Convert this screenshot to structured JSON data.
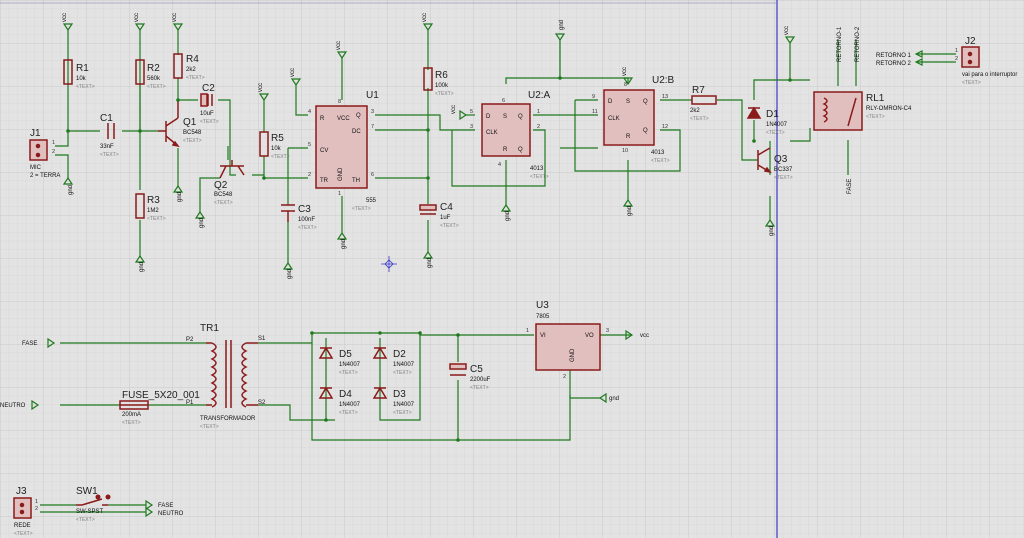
{
  "supply": {
    "vcc": "vcc",
    "gnd": "gnd"
  },
  "placeholder": "<TEXT>",
  "components": {
    "R1": {
      "ref": "R1",
      "value": "10k"
    },
    "R2": {
      "ref": "R2",
      "value": "560k"
    },
    "R3": {
      "ref": "R3",
      "value": "1M2"
    },
    "R4": {
      "ref": "R4",
      "value": "2k2"
    },
    "R5": {
      "ref": "R5",
      "value": "10k"
    },
    "R6": {
      "ref": "R6",
      "value": "100k"
    },
    "R7": {
      "ref": "R7",
      "value": "2k2"
    },
    "C1": {
      "ref": "C1",
      "value": "33nF"
    },
    "C2": {
      "ref": "C2",
      "value": "10uF"
    },
    "C3": {
      "ref": "C3",
      "value": "100nF"
    },
    "C4": {
      "ref": "C4",
      "value": "1uF"
    },
    "C5": {
      "ref": "C5",
      "value": "2200uF"
    },
    "Q1": {
      "ref": "Q1",
      "value": "BC548"
    },
    "Q2": {
      "ref": "Q2",
      "value": "BC548"
    },
    "Q3": {
      "ref": "Q3",
      "value": "BC337"
    },
    "D1": {
      "ref": "D1",
      "value": "1N4007"
    },
    "D2": {
      "ref": "D2",
      "value": "1N4007"
    },
    "D3": {
      "ref": "D3",
      "value": "1N4007"
    },
    "D4": {
      "ref": "D4",
      "value": "1N4007"
    },
    "D5": {
      "ref": "D5",
      "value": "1N4007"
    },
    "U1": {
      "ref": "U1",
      "value": "555",
      "pins": {
        "R": "R",
        "VCC": "VCC",
        "CV": "CV",
        "DC": "DC",
        "TR": "TR",
        "GND": "GND",
        "TH": "TH",
        "Q": "Q"
      }
    },
    "U2A": {
      "ref": "U2:A",
      "value": "4013",
      "pins": {
        "D": "D",
        "S": "S",
        "Q": "Q",
        "CLK": "CLK",
        "R": "R",
        "QN": "Q"
      }
    },
    "U2B": {
      "ref": "U2:B",
      "value": "4013",
      "pins": {
        "D": "D",
        "S": "S",
        "Q": "Q",
        "CLK": "CLK",
        "R": "R",
        "QN": "Q"
      }
    },
    "U3": {
      "ref": "U3",
      "value": "7805",
      "pins": {
        "VI": "VI",
        "VO": "VO",
        "GND": "GND"
      }
    },
    "J1": {
      "ref": "J1",
      "value": "MIC",
      "note": "2 = TERRA"
    },
    "J2": {
      "ref": "J2",
      "value": "vai para o interruptor"
    },
    "J3": {
      "ref": "J3",
      "value": "REDE"
    },
    "RL1": {
      "ref": "RL1",
      "value": "RLY-OMRON-C4"
    },
    "TR1": {
      "ref": "TR1",
      "value": "TRANSFORMADOR",
      "pins": {
        "P1": "P1",
        "P2": "P2",
        "S1": "S1",
        "S2": "S2"
      }
    },
    "FUSE": {
      "ref": "FUSE_5X20_001",
      "value": "200mA"
    },
    "SW1": {
      "ref": "SW1",
      "value": "SW-SPST"
    }
  },
  "nets": {
    "fase": "FASE",
    "neutro": "NEUTRO",
    "retorno1": "RETORNO-1",
    "retorno2": "RETORNO-2",
    "retorno1_j2": "RETORNO 1",
    "retorno2_j2": "RETORNO 2"
  }
}
